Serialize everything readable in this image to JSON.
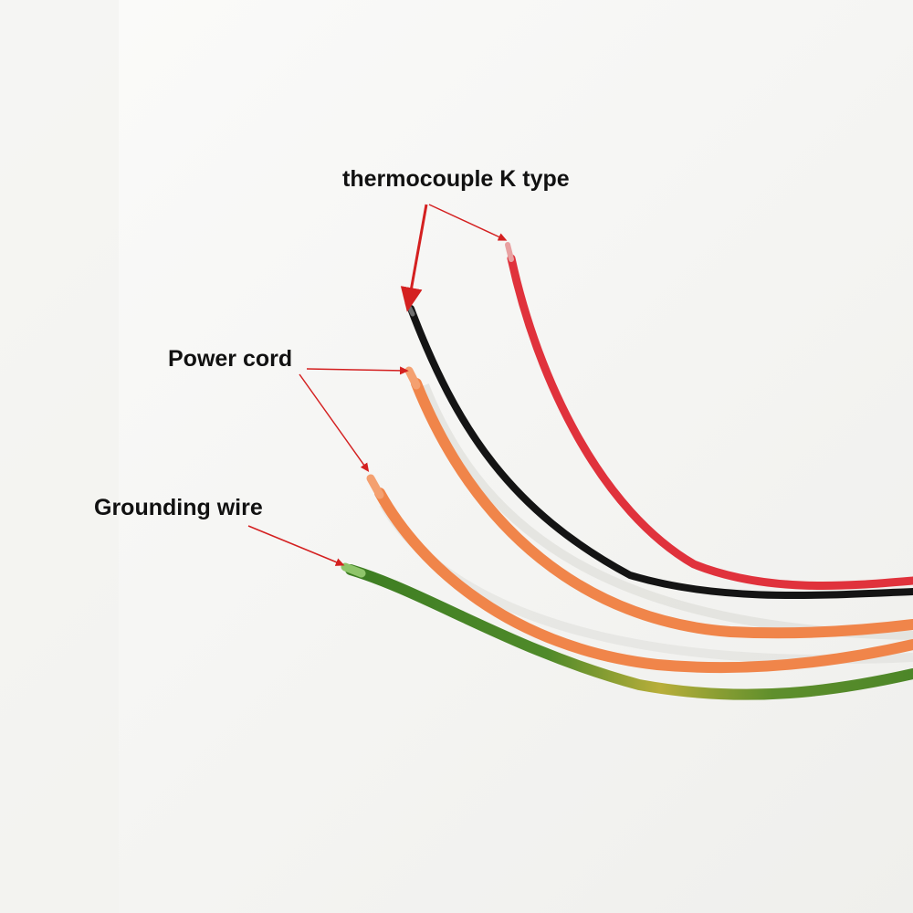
{
  "labels": {
    "thermocouple": "thermocouple K type",
    "power_cord": "Power cord",
    "grounding_wire": "Grounding wire"
  },
  "colors": {
    "background": "#f7f7f5",
    "thermocouple_positive_wire": "#e0323c",
    "thermocouple_negative_wire": "#141414",
    "power_cord_wire": "#f0854a",
    "grounding_wire_green": "#4f8a2a",
    "grounding_wire_yellow": "#c9b93a",
    "pointer_arrow": "#d42020"
  }
}
